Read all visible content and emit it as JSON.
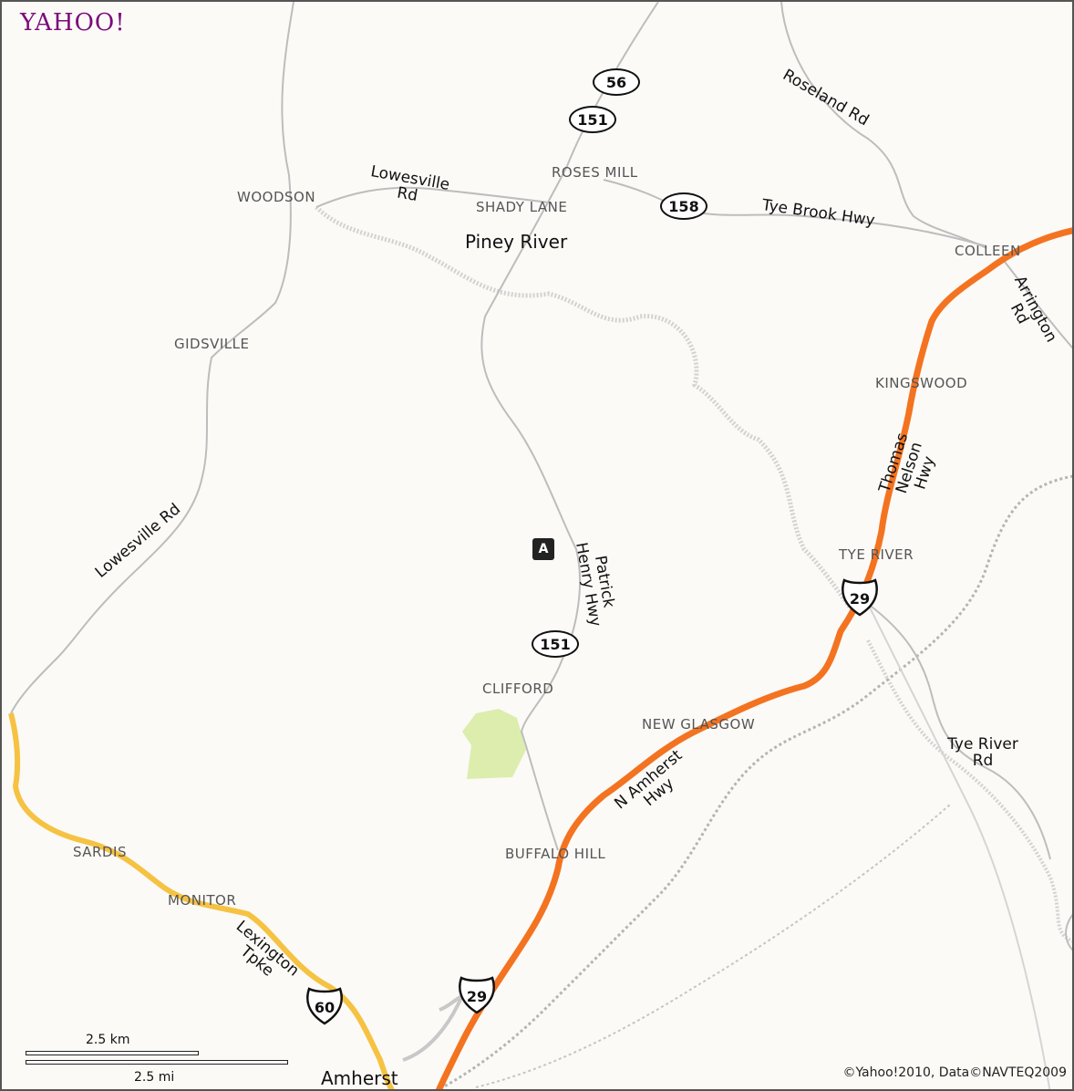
{
  "logo": "YAHOO!",
  "places": [
    {
      "id": "woodson",
      "label": "WOODSON"
    },
    {
      "id": "roses-mill",
      "label": "ROSES MILL"
    },
    {
      "id": "shady-lane",
      "label": "SHADY LANE"
    },
    {
      "id": "colleen",
      "label": "COLLEEN"
    },
    {
      "id": "gidsville",
      "label": "GIDSVILLE"
    },
    {
      "id": "kingswood",
      "label": "KINGSWOOD"
    },
    {
      "id": "tye-river",
      "label": "TYE RIVER"
    },
    {
      "id": "clifford",
      "label": "CLIFFORD"
    },
    {
      "id": "new-glasgow",
      "label": "NEW GLASGOW"
    },
    {
      "id": "buffalo-hill",
      "label": "BUFFALO HILL"
    },
    {
      "id": "sardis",
      "label": "SARDIS"
    },
    {
      "id": "monitor",
      "label": "MONITOR"
    }
  ],
  "towns": {
    "piney_river": "Piney River",
    "amherst": "Amherst"
  },
  "roads": {
    "roseland": "Roseland Rd",
    "lowesville_north": "Lowesville Rd",
    "tye_brook": "Tye Brook Hwy",
    "arrington": "Arrington Rd",
    "thomas_nelson": "Thomas Nelson Hwy",
    "lowesville_west": "Lowesville Rd",
    "patrick_henry": "Patrick Henry Hwy",
    "n_amherst": "N Amherst Hwy",
    "tye_river_rd": "Tye River Rd",
    "lexington": "Lexington Tpke"
  },
  "shields": {
    "r56": "56",
    "r151_north": "151",
    "r158": "158",
    "r151_south": "151",
    "us29_north": "29",
    "us29_south": "29",
    "us60": "60"
  },
  "marker": "A",
  "scale": {
    "km": "2.5 km",
    "mi": "2.5 mi"
  },
  "copyright": "©Yahoo!2010, Data©NAVTEQ2009",
  "colors": {
    "highway": "#f47320",
    "us60": "#f5c242",
    "minor_road": "#c8c8c8",
    "river": "#cfcfcf",
    "park": "#dcedae",
    "railway": "#b5b5b5"
  }
}
